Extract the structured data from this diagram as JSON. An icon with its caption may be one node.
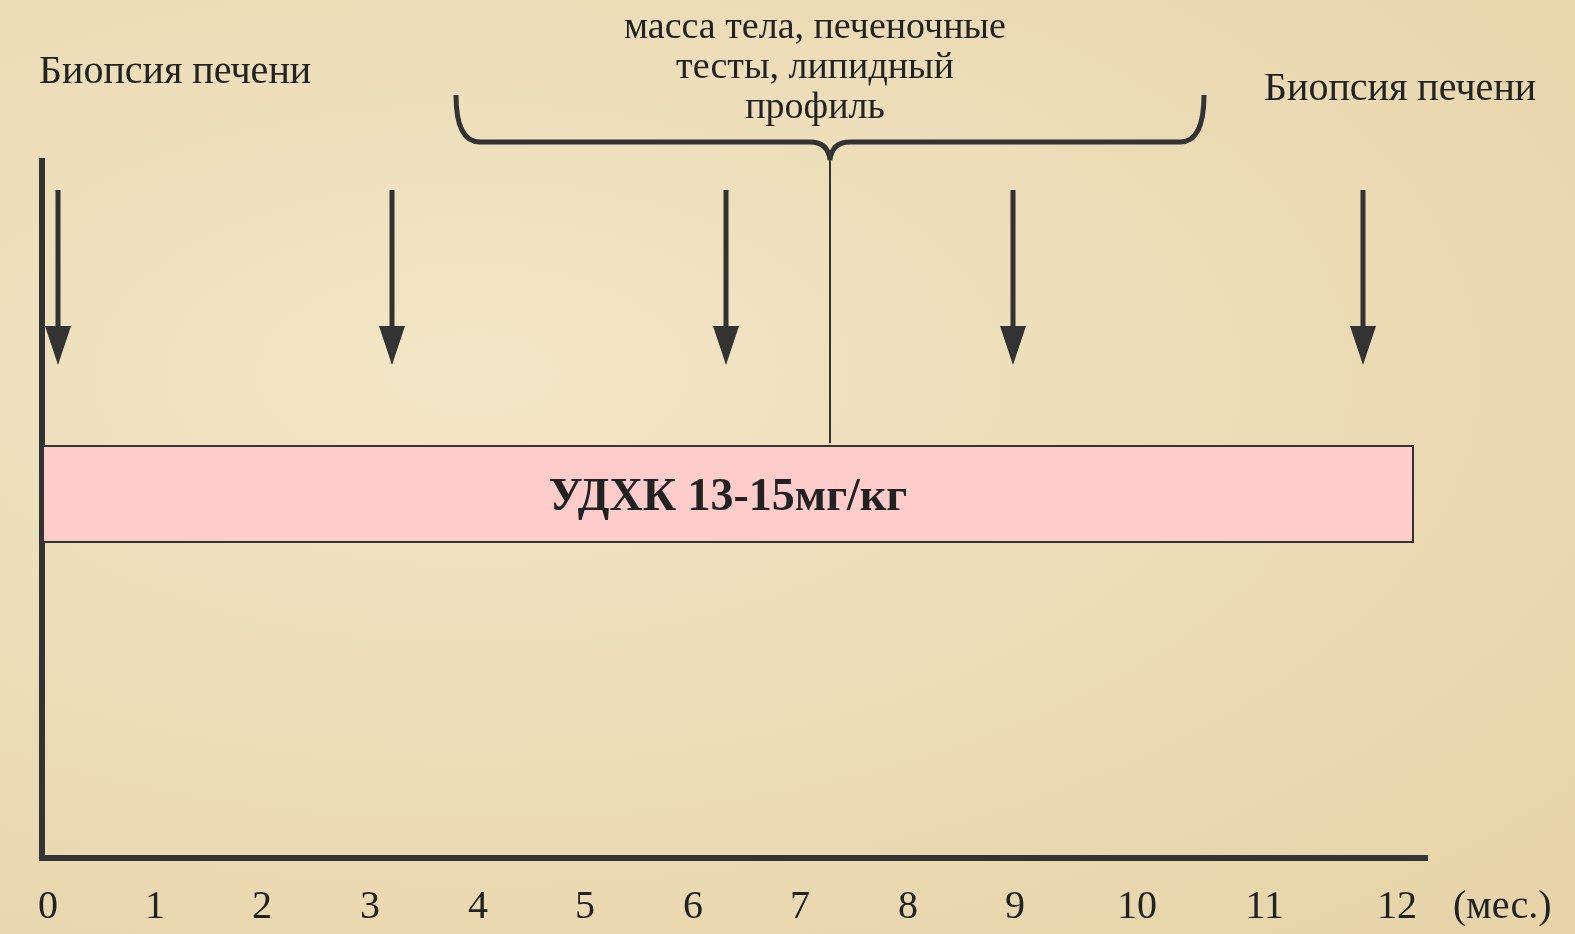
{
  "diagram": {
    "nodes": [
      {
        "text": [
          "УДХК 13-15мг/кг"
        ]
      }
    ],
    "edges": [],
    "labels": [
      "Биопсия печени",
      "масса тела, печеночные тесты, липидный профиль",
      "Биопсия печени",
      "0",
      "1",
      "2",
      "3",
      "4",
      "5",
      "6",
      "7",
      "8",
      "9",
      "10",
      "11",
      "12",
      "(мес.)"
    ]
  }
}
